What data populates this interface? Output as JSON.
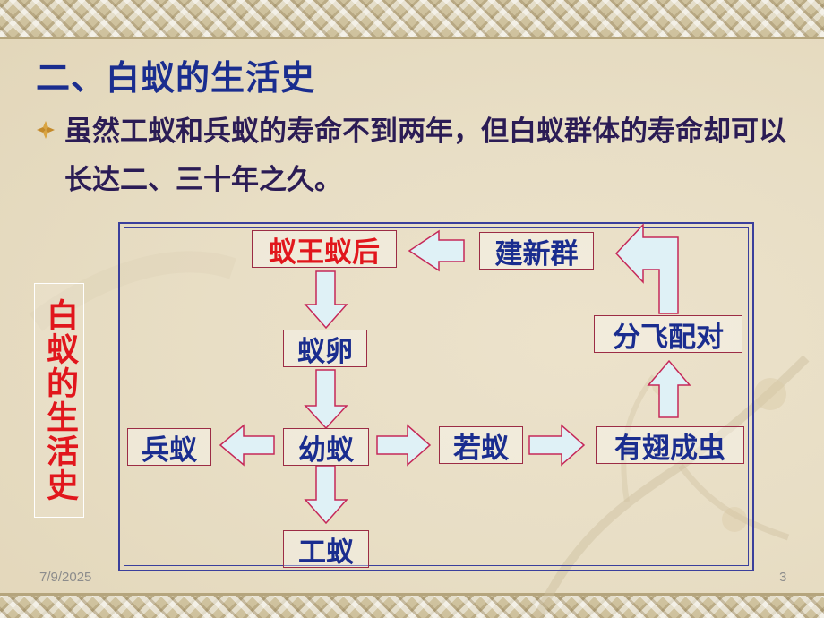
{
  "slide": {
    "title": "二、白蚁的生活史",
    "bullet": "虽然工蚁和兵蚁的寿命不到两年，但白蚁群体的寿命却可以长达二、三十年之久。"
  },
  "diagram": {
    "side_label": "白蚁的生活史",
    "nodes": {
      "king_queen": "蚁王蚁后",
      "new_colony": "建新群",
      "swarming": "分飞配对",
      "egg": "蚁卵",
      "larva": "幼蚁",
      "soldier": "兵蚁",
      "worker": "工蚁",
      "nymph": "若蚁",
      "alate": "有翅成虫"
    }
  },
  "footer": {
    "date": "7/9/2025",
    "page": "3"
  },
  "colors": {
    "title": "#1a2d8f",
    "text": "#2b1c55",
    "highlight_red": "#e1161c",
    "node_border": "#9c2c45",
    "frame": "#3a3f9c",
    "arrow_stroke": "#c62858",
    "arrow_fill": "#dff1f6"
  },
  "icons": {
    "bullet": "diamond-bullet-icon"
  }
}
